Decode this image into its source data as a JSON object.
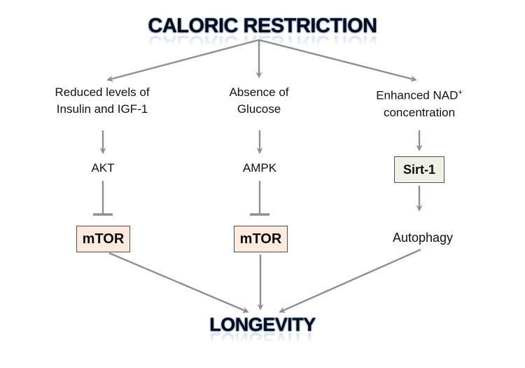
{
  "diagram": {
    "title": "CALORIC RESTRICTION",
    "outcome": "LONGEVITY",
    "branches": [
      {
        "trigger_line1": "Reduced levels of",
        "trigger_line2": "Insulin and IGF-1",
        "mediator": "AKT",
        "target": "mTOR",
        "relation": "inhibition"
      },
      {
        "trigger_line1": "Absence of",
        "trigger_line2": "Glucose",
        "mediator": "AMPK",
        "target": "mTOR",
        "relation": "inhibition"
      },
      {
        "trigger_line1_main": "Enhanced NAD",
        "trigger_line1_sup": "+",
        "trigger_line2": "concentration",
        "mediator": "Sirt-1",
        "target": "Autophagy",
        "relation": "activation"
      }
    ],
    "colors": {
      "arrow": "#8f8f8f",
      "mtor_box_fill": "#fcebdd",
      "sirt_box_fill": "#eef0e3",
      "box_border": "#4f4f4f",
      "title_text": "#0b0b16",
      "title_glow": "#4a7ebb",
      "background": "#ffffff"
    }
  }
}
